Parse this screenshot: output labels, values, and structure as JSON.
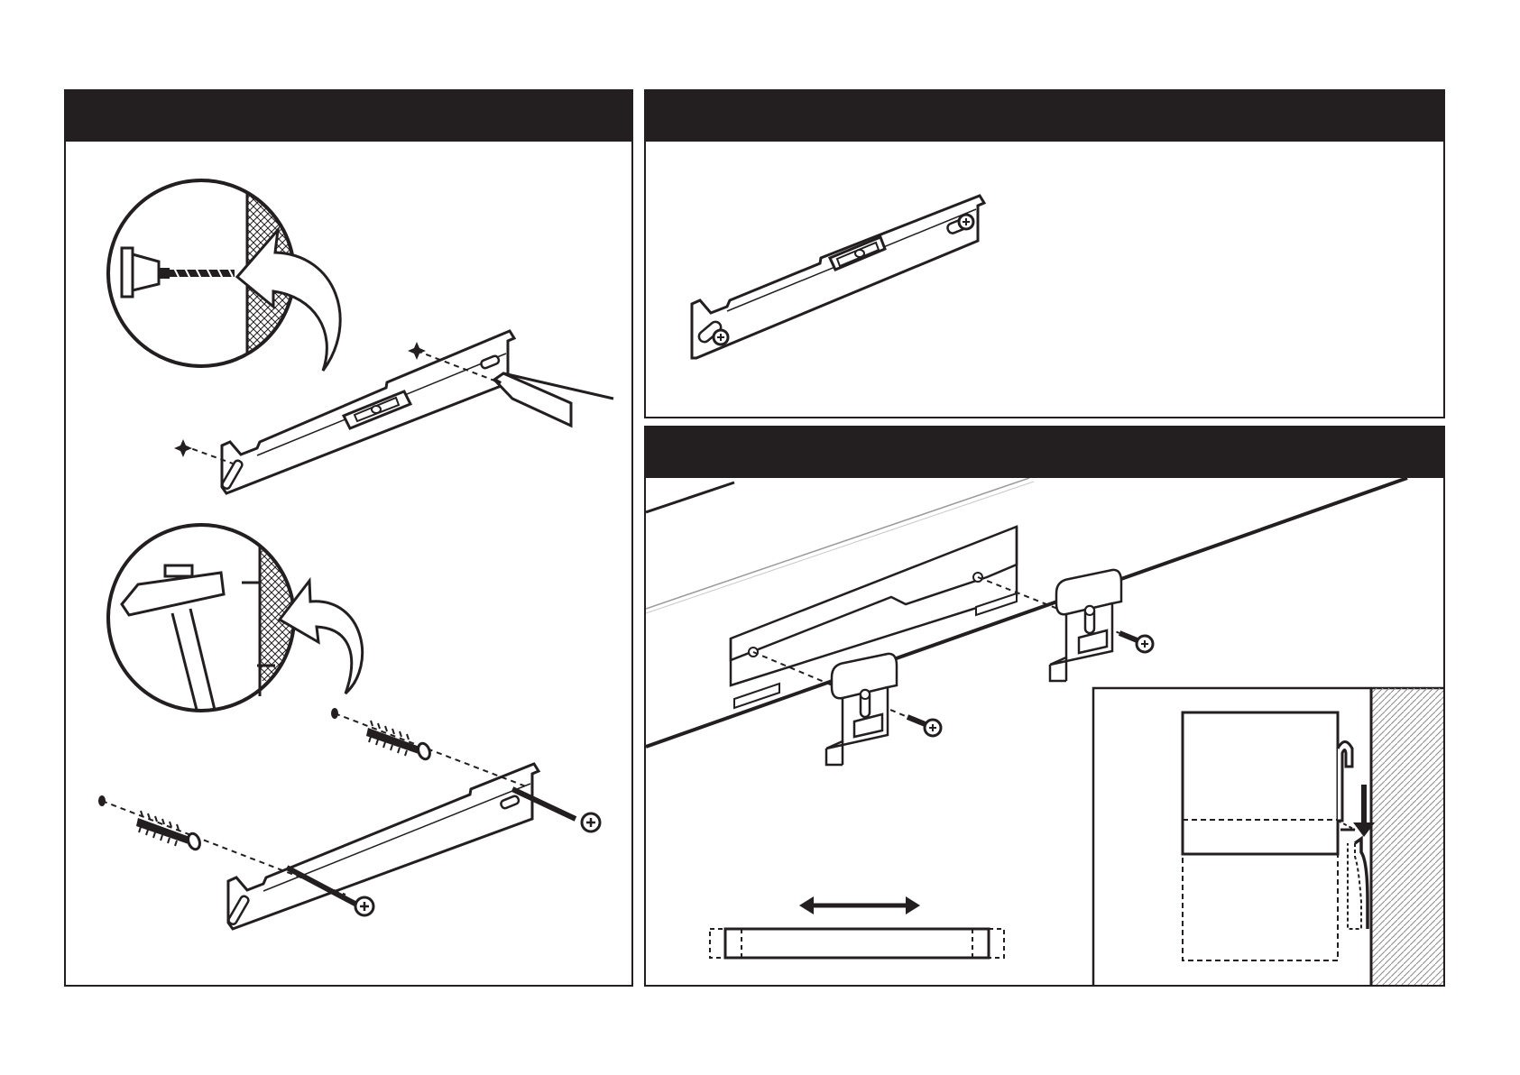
{
  "panels": [
    {
      "id": "step-1",
      "header_text": ""
    },
    {
      "id": "step-2",
      "header_text": ""
    },
    {
      "id": "step-3",
      "header_text": ""
    }
  ],
  "colors": {
    "ink": "#231f20",
    "paper": "#ffffff",
    "hatch": "#9a9a9a"
  },
  "icons": [
    "drill-icon",
    "hammer-icon",
    "spirit-level-icon",
    "pencil-icon",
    "wall-plug-icon",
    "screw-icon",
    "bracket-icon",
    "clip-icon",
    "arrow-icon",
    "double-arrow-icon"
  ]
}
